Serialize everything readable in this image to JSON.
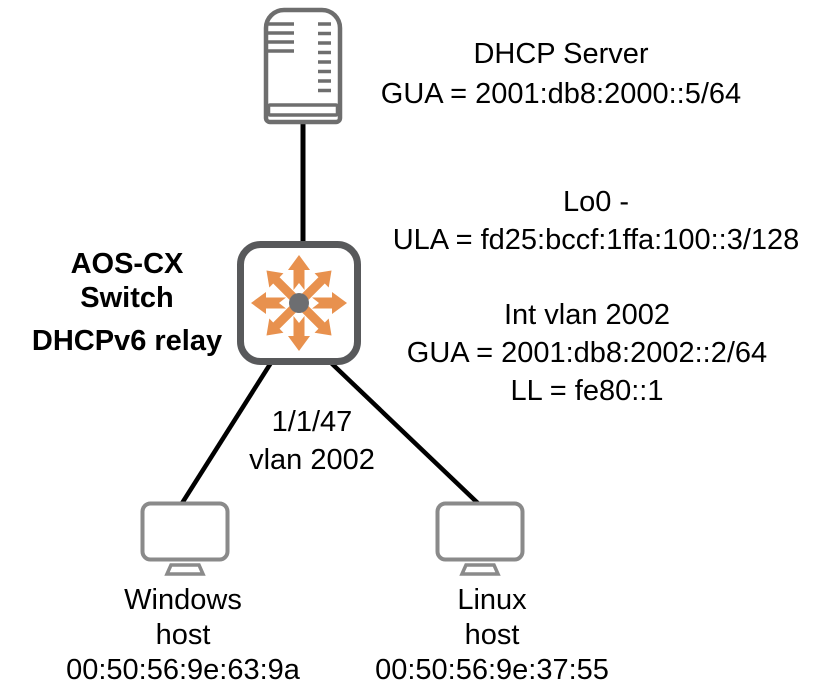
{
  "diagram": {
    "server": {
      "title": "DHCP Server",
      "gua": "GUA = 2001:db8:2000::5/64"
    },
    "switch": {
      "name1": "AOS-CX",
      "name2": "Switch",
      "role": "DHCPv6 relay"
    },
    "loopback": {
      "line1": "Lo0 -",
      "line2": "ULA = fd25:bccf:1ffa:100::3/128"
    },
    "int_vlan": {
      "line1": "Int vlan 2002",
      "line2": "GUA = 2001:db8:2002::2/64",
      "line3": "LL = fe80::1"
    },
    "link_label": {
      "line1": "1/1/47",
      "line2": "vlan 2002"
    },
    "windows_host": {
      "name1": "Windows",
      "name2": "host",
      "mac": "00:50:56:9e:63:9a"
    },
    "linux_host": {
      "name1": "Linux",
      "name2": "host",
      "mac": "00:50:56:9e:37:55"
    },
    "colors": {
      "arrow_orange": "#E8914E",
      "switch_border": "#58595B",
      "hub_gray": "#6D6E71",
      "server_gray": "#6E6E6E",
      "monitor_gray": "#8A8A8A",
      "link_black": "#000000"
    }
  }
}
